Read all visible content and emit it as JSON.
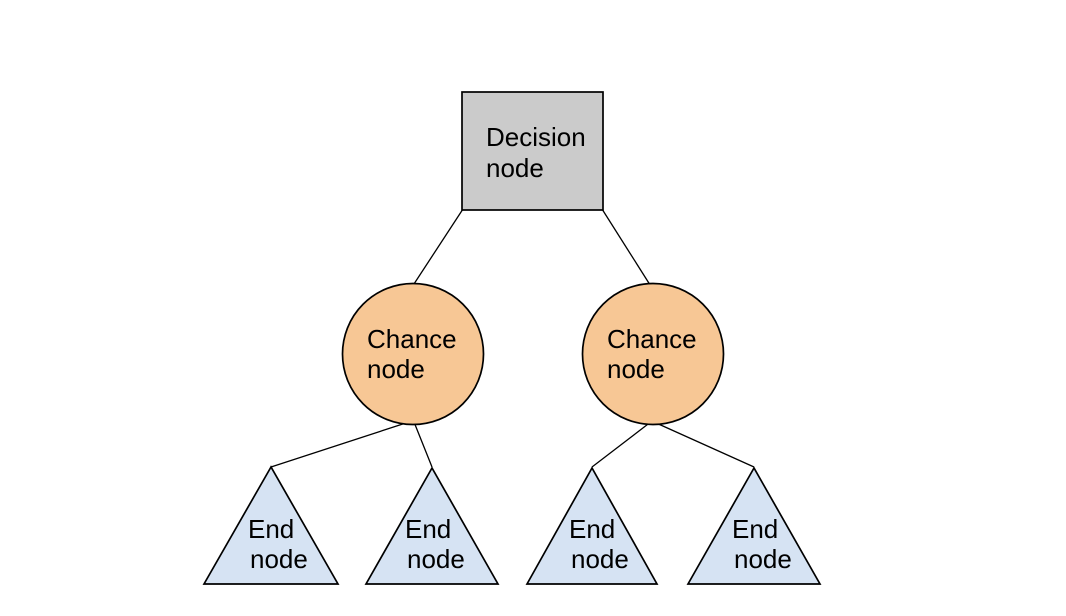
{
  "colors": {
    "background": "#ffffff",
    "decision_fill": "#cbcbcb",
    "chance_fill": "#f7c795",
    "end_fill": "#d6e3f3",
    "outline": "#000000",
    "text": "#000000"
  },
  "nodes": {
    "decision": {
      "line1": "Decision",
      "line2": "node"
    },
    "chance_left": {
      "line1": "Chance",
      "line2": "node"
    },
    "chance_right": {
      "line1": "Chance",
      "line2": "node"
    },
    "end_1": {
      "line1": "End",
      "line2": "node"
    },
    "end_2": {
      "line1": "End",
      "line2": "node"
    },
    "end_3": {
      "line1": "End",
      "line2": "node"
    },
    "end_4": {
      "line1": "End",
      "line2": "node"
    }
  }
}
